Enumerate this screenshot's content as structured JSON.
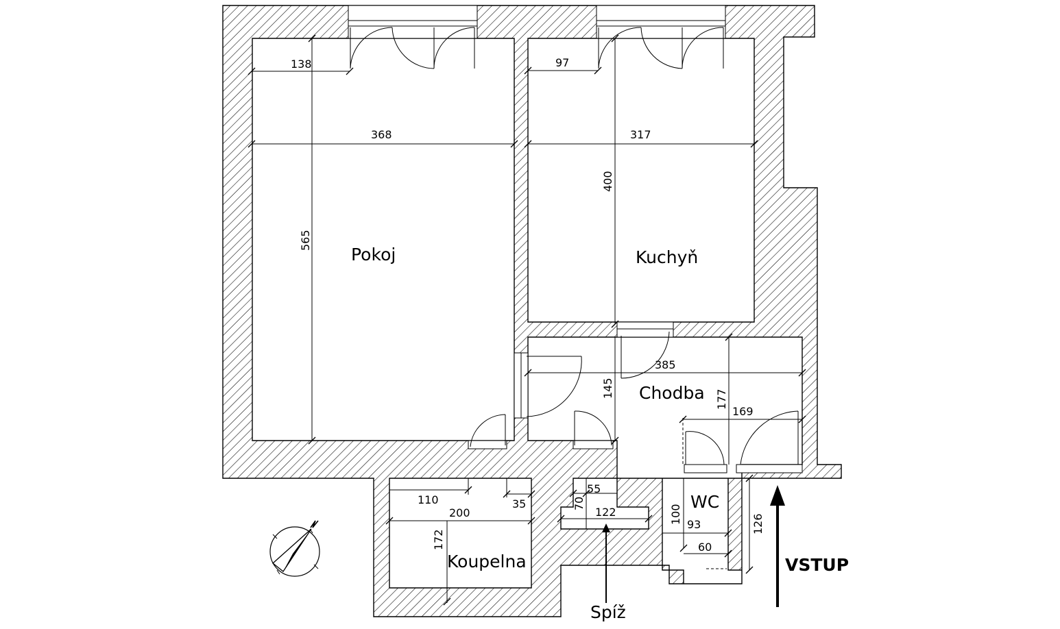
{
  "rooms": {
    "pokoj": "Pokoj",
    "kuchyn": "Kuchyň",
    "chodba": "Chodba",
    "koupelna": "Koupelna",
    "wc": "WC",
    "spiz": "Spíž"
  },
  "entrance": "VSTUP",
  "dimensions": {
    "pokoj_window_offset": "138",
    "pokoj_width": "368",
    "pokoj_depth": "565",
    "kuchyn_window_offset": "97",
    "kuchyn_width": "317",
    "kuchyn_depth": "400",
    "chodba_width": "385",
    "chodba_depth": "145",
    "chodba_right_depth": "177",
    "chodba_door_span": "169",
    "koupelna_door_offset": "110",
    "koupelna_wall": "35",
    "koupelna_width": "200",
    "koupelna_depth": "172",
    "spiz_door": "55",
    "spiz_depth": "70",
    "spiz_width": "122",
    "wc_depth": "100",
    "wc_width": "93",
    "wc_inner": "60",
    "entrance_depth": "126"
  },
  "icons": {
    "compass": "north-arrow-icon"
  }
}
